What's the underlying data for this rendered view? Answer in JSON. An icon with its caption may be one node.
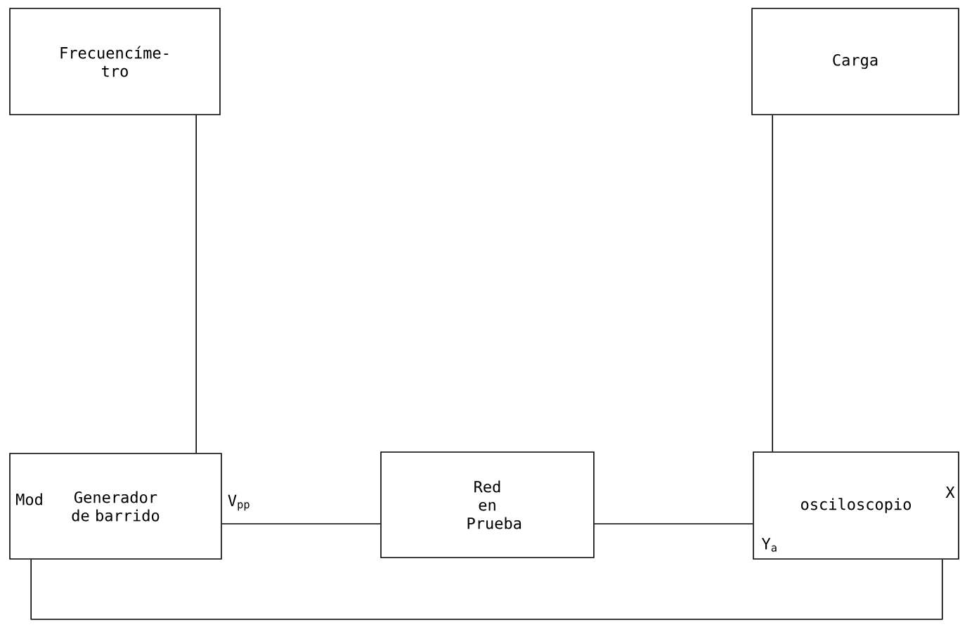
{
  "diagram": {
    "nodes": [
      {
        "text": [
          "Frecuencíme- tro"
        ]
      },
      {
        "text": [
          "Carga"
        ]
      },
      {
        "text": [
          "Generador de barrido"
        ]
      },
      {
        "text": [
          "Red en Prueba"
        ]
      },
      {
        "text": [
          "osciloscopio"
        ]
      }
    ],
    "edges": [
      {
        "from": 0,
        "to": 2,
        "arrow": "none"
      },
      {
        "from": 2,
        "to": 3,
        "arrow": "none"
      },
      {
        "from": 3,
        "to": 4,
        "arrow": "none"
      },
      {
        "from": 1,
        "to": 4,
        "arrow": "none"
      },
      {
        "from": 2,
        "to": 4,
        "arrow": "none"
      }
    ],
    "labels": [
      "Mod",
      "V$_{pp}$",
      "Y$_{a}$",
      "X"
    ]
  }
}
